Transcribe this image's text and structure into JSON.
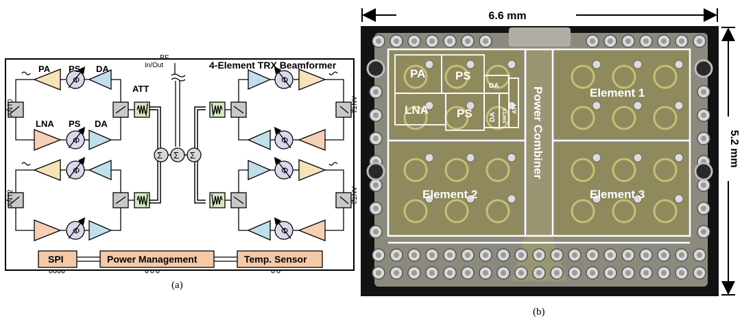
{
  "panel_a": {
    "title": "4-Element TRX Beamformer",
    "caption": "(a)",
    "rf_label_line1": "RF",
    "rf_label_line2": "In/Out",
    "block_labels": {
      "pa": "PA",
      "ps": "PS",
      "da": "DA",
      "lna": "LNA",
      "att": "ATT"
    },
    "phase_symbol": "Φ",
    "sum_symbol": "Σ",
    "antennas": [
      "ANT0",
      "ANT1",
      "ANT2",
      "ANT3"
    ],
    "bottom_blocks": [
      "SPI",
      "Power Management",
      "Temp. Sensor"
    ],
    "colors": {
      "pa": "#f6e3b8",
      "lna": "#f6d0b4",
      "da": "#bfe0ea",
      "ps": "#d9d9ee",
      "switch": "#c8c8c8",
      "att": "#d6e8c0",
      "bottom": "#f4c9a8"
    }
  },
  "panel_b": {
    "caption": "(b)",
    "width_dim": "6.6 mm",
    "height_dim": "5.2 mm",
    "element_labels": [
      "Element 1",
      "Element 2",
      "Element 3"
    ],
    "combiner_label": "Power Combiner",
    "sub_labels": {
      "pa": "PA",
      "ps_top": "PS",
      "da_top": "DA",
      "lna": "LNA",
      "ps_bottom": "PS",
      "da_bottom": "DA",
      "att": "ATT",
      "switch": "SW/TX"
    }
  }
}
